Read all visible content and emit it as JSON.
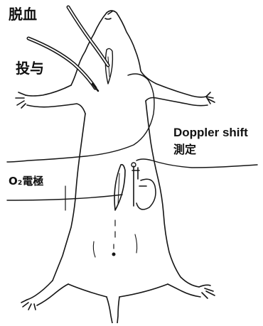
{
  "labels": {
    "bleeding": "脱血",
    "administration": "投与",
    "doppler_line1": "Doppler shift",
    "doppler_line2": "測定",
    "o2_electrode": "O₂電極"
  }
}
